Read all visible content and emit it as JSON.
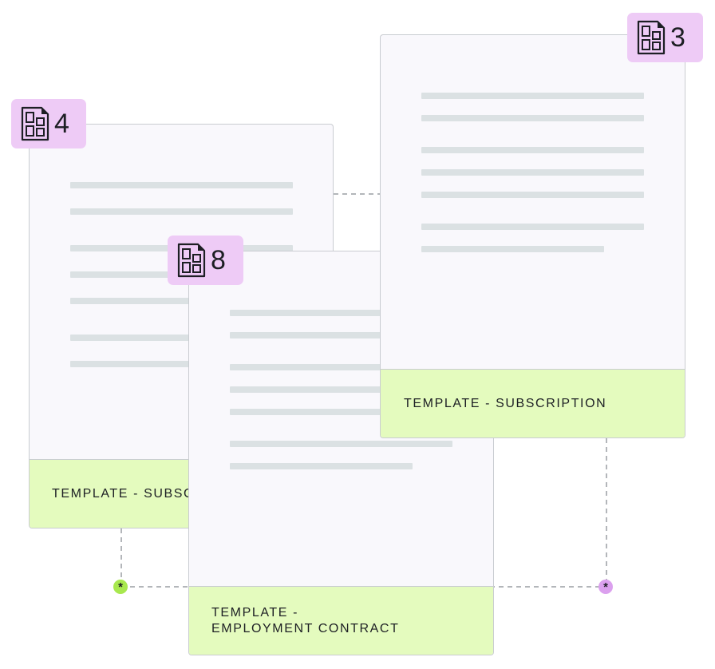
{
  "cards": [
    {
      "id": "subscription-left",
      "count": "4",
      "label": "TEMPLATE - SUBSCRIPTION"
    },
    {
      "id": "subscription-right",
      "count": "3",
      "label": "TEMPLATE - SUBSCRIPTION"
    },
    {
      "id": "employment",
      "count": "8",
      "label": "TEMPLATE -\nEMPLOYMENT CONTRACT"
    }
  ],
  "nodes": [
    {
      "symbol": "*",
      "color": "#a8e84e"
    },
    {
      "symbol": "*",
      "color": "#dba0ee"
    }
  ],
  "colors": {
    "badge": "#eecbf6",
    "footer": "#e4fbbe",
    "card": "#f9f8fc",
    "placeholder_line": "#dbe1e3"
  },
  "icon": "document-template-icon"
}
